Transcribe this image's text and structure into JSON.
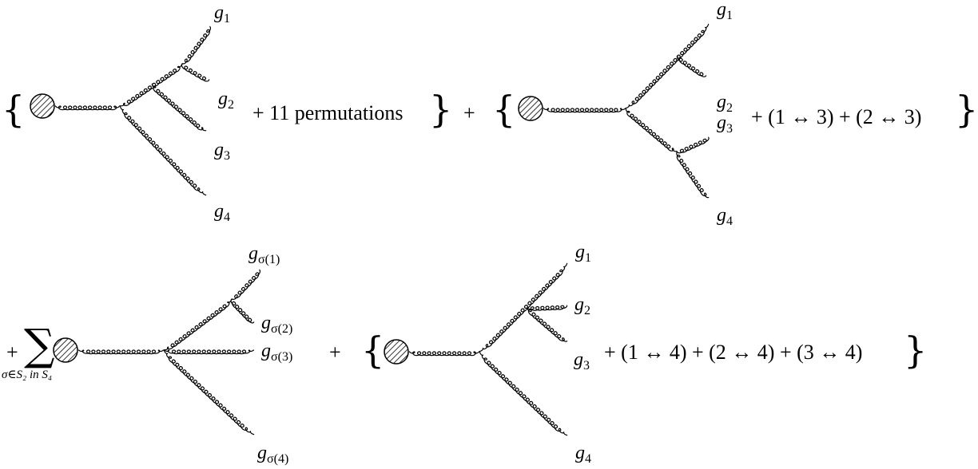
{
  "labels": {
    "g1": "g",
    "g1_sub": "1",
    "g2": "g",
    "g2_sub": "2",
    "g3": "g",
    "g3_sub": "3",
    "g4": "g",
    "g4_sub": "4",
    "gs1_sub": "σ(1)",
    "gs2_sub": "σ(2)",
    "gs3_sub": "σ(3)",
    "gs4_sub": "σ(4)"
  },
  "terms": {
    "t1_text": "+ 11 permutations",
    "t2_text": "+ (1 ↔ 3) + (2 ↔ 3)",
    "t3_prefix": "+",
    "t3_sum_symbol": "∑",
    "t3_sum_subscript": "σ∈S₂ in S₄",
    "t4_text": "+ (1 ↔ 4) + (2 ↔ 4) + (3 ↔ 4)",
    "plus": "+",
    "brace_open": "{",
    "brace_close": "}"
  }
}
